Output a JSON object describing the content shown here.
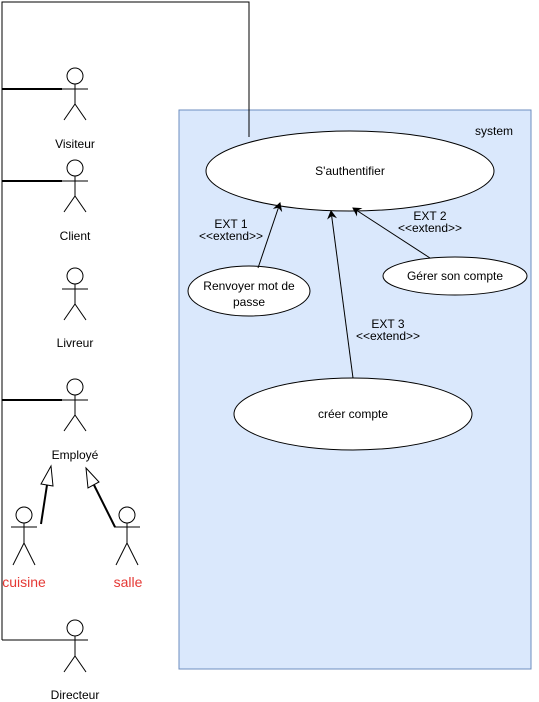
{
  "system": {
    "label": "system",
    "fill": "#dae8fc",
    "stroke": "#6c8ebf"
  },
  "actors": {
    "visiteur": "Visiteur",
    "client": "Client",
    "livreur": "Livreur",
    "employe": "Employé",
    "cuisine": "cuisine",
    "salle": "salle",
    "directeur": "Directeur"
  },
  "use_cases": {
    "authentifier": "S'authentifier",
    "renvoyer": [
      "Renvoyer mot de",
      "passe"
    ],
    "gerer": "Gérer son compte",
    "creer": "créer compte"
  },
  "extends": {
    "ext1": {
      "name": "EXT 1",
      "stereotype": "<<extend>>"
    },
    "ext2": {
      "name": "EXT 2",
      "stereotype": "<<extend>>"
    },
    "ext3": {
      "name": "EXT 3",
      "stereotype": "<<extend>>"
    }
  },
  "colors": {
    "specialization_label": "#e53935"
  }
}
